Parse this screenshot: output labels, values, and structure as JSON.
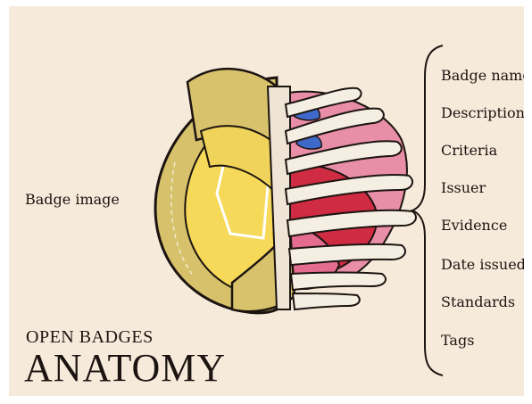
{
  "left_label": "Badge image",
  "fields": [
    "Badge name",
    "Description",
    "Criteria",
    "Issuer",
    "Evidence",
    "Date issued",
    "Standards",
    "Tags"
  ],
  "title": {
    "line1": "OPEN BADGES",
    "line2": "ANATOMY"
  },
  "colors": {
    "background": "#f6eadb",
    "badge_gold": "#f4d44e",
    "badge_rim": "#c9b35d",
    "rib": "#f3ece2",
    "organ_pink": "#e78aa4",
    "organ_red": "#c8253b",
    "vessel_blue": "#3f69c8"
  }
}
